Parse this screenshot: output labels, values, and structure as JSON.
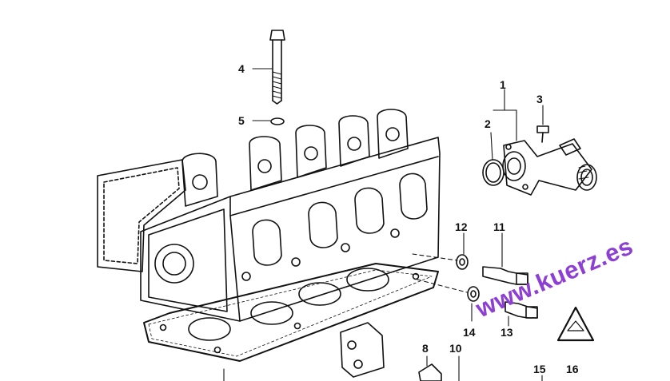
{
  "diagram": {
    "callouts": [
      {
        "id": "c1",
        "label": "1"
      },
      {
        "id": "c2",
        "label": "2"
      },
      {
        "id": "c3",
        "label": "3"
      },
      {
        "id": "c4",
        "label": "4"
      },
      {
        "id": "c5",
        "label": "5"
      },
      {
        "id": "c8",
        "label": "8"
      },
      {
        "id": "c10",
        "label": "10"
      },
      {
        "id": "c11",
        "label": "11"
      },
      {
        "id": "c12",
        "label": "12"
      },
      {
        "id": "c13",
        "label": "13"
      },
      {
        "id": "c14",
        "label": "14"
      },
      {
        "id": "c15",
        "label": "15"
      },
      {
        "id": "c16",
        "label": "16"
      }
    ],
    "watermark": "www.kuerz.es",
    "watermark_color": "#8e3fd3",
    "line_color": "#111111"
  }
}
